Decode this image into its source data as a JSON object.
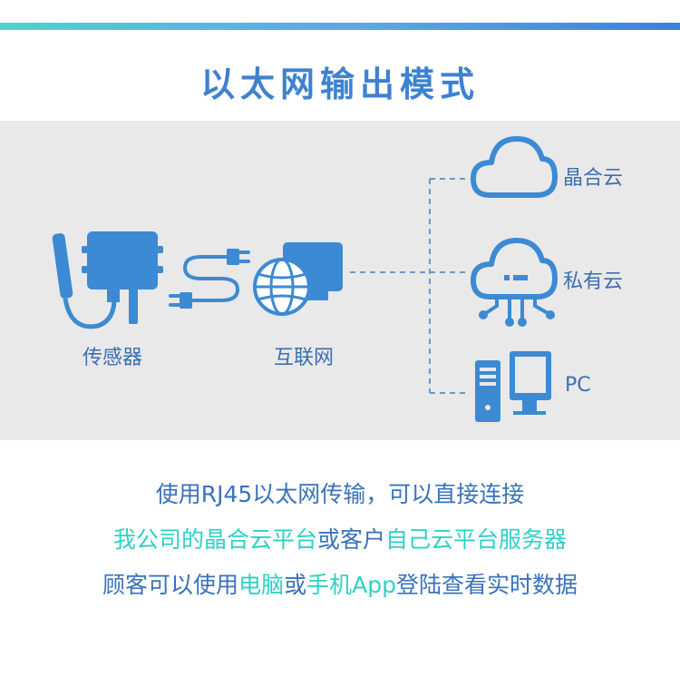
{
  "title": "以太网输出模式",
  "nodes": {
    "sensor": "传感器",
    "internet": "互联网",
    "cloud1": "晶合云",
    "cloud2": "私有云",
    "pc": "PC"
  },
  "lines": [
    [
      {
        "text": "使用RJ45以太网传输，可以直接连接",
        "hl": false
      }
    ],
    [
      {
        "text": "我公司的",
        "hl": true
      },
      {
        "text": "晶合云平台",
        "hl": true
      },
      {
        "text": "或客户",
        "hl": false
      },
      {
        "text": "自己云平台服务器",
        "hl": true
      }
    ],
    [
      {
        "text": "顾客可以使用",
        "hl": false
      },
      {
        "text": "电脑",
        "hl": true
      },
      {
        "text": "或",
        "hl": false
      },
      {
        "text": "手机App",
        "hl": true
      },
      {
        "text": "登陆查看实时数据",
        "hl": false
      }
    ]
  ],
  "colors": {
    "title": "#3d82cf",
    "icon": "#3c8ad3",
    "text": "#3a72ba",
    "highlight": "#2ed1c6",
    "panel": "#e9e9ea"
  },
  "icons": [
    "sensor-device-icon",
    "cable-connector-icon",
    "globe-monitor-icon",
    "cloud-icon",
    "private-cloud-icon",
    "desktop-pc-icon"
  ]
}
